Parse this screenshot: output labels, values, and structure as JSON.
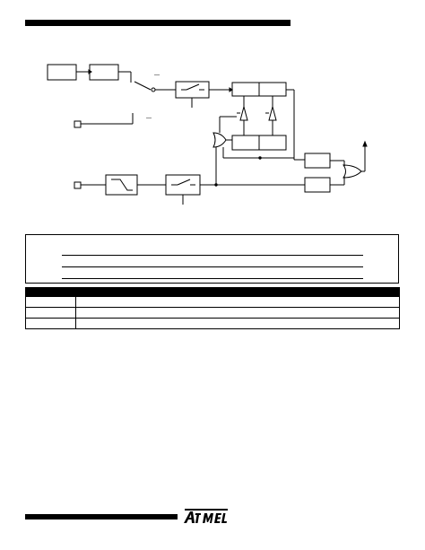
{
  "page": {
    "header_bar": "header-rule",
    "footer_bar": "footer-rule"
  },
  "diagram": {
    "icons": [
      "block",
      "switch",
      "clock-source",
      "buffer",
      "or-gate",
      "arrow-up"
    ]
  },
  "register_table": {
    "rows": 4
  },
  "logo": {
    "brand": "ATMEL",
    "brand_color": "#000000"
  }
}
